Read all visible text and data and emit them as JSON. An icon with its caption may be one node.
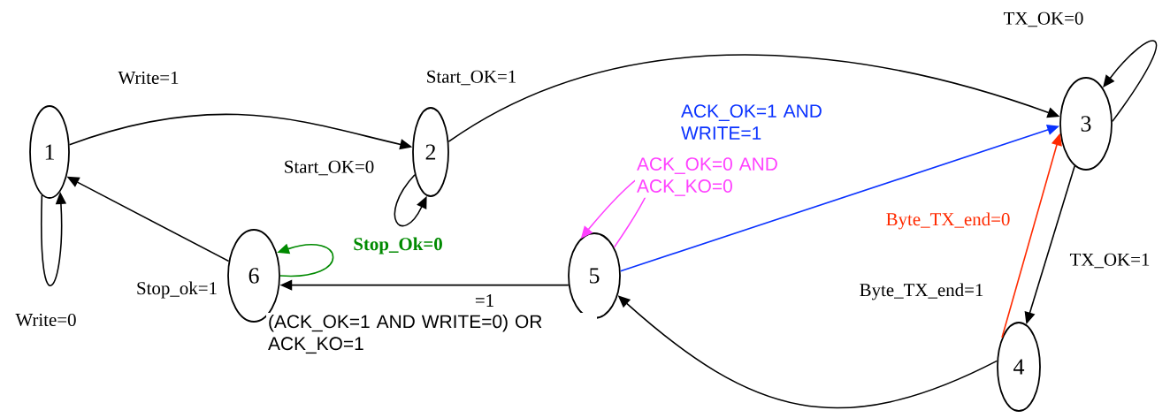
{
  "diagram": {
    "nodes": [
      {
        "text": [
          "1"
        ]
      },
      {
        "text": [
          "2"
        ]
      },
      {
        "text": [
          "3"
        ]
      },
      {
        "text": [
          "4"
        ]
      },
      {
        "text": [
          "5"
        ]
      },
      {
        "text": [
          "6"
        ]
      }
    ],
    "edges": [
      {
        "from": 0,
        "to": 1,
        "arrow": "to",
        "label": "Write=1"
      },
      {
        "from": 0,
        "to": 0,
        "arrow": "to",
        "label": "Write=0"
      },
      {
        "from": 1,
        "to": 1,
        "arrow": "to",
        "label": "Start_OK=0"
      },
      {
        "from": 1,
        "to": 2,
        "arrow": "to",
        "label": "Start_OK=1"
      },
      {
        "from": 2,
        "to": 2,
        "arrow": "to",
        "label": "TX_OK=0"
      },
      {
        "from": 2,
        "to": 3,
        "arrow": "to",
        "label": "TX_OK=1"
      },
      {
        "from": 3,
        "to": 2,
        "arrow": "to",
        "label": "Byte_TX_end=0",
        "color": "#ff2a00"
      },
      {
        "from": 3,
        "to": 4,
        "arrow": "to",
        "label": "Byte_TX_end=1"
      },
      {
        "from": 4,
        "to": 2,
        "arrow": "to",
        "label": "ACK_OK=1 AND WRITE=1",
        "color": "#0a32ff"
      },
      {
        "from": 4,
        "to": 4,
        "arrow": "to",
        "label": "ACK_OK=0 AND ACK_KO=0",
        "color": "#ff40ff"
      },
      {
        "from": 4,
        "to": 5,
        "arrow": "to",
        "label": "(ACK_OK=1 AND WRITE=0) OR ACK_KO=1"
      },
      {
        "from": 5,
        "to": 5,
        "arrow": "to",
        "label": "Stop_Ok=0",
        "color": "#008a00"
      },
      {
        "from": 5,
        "to": 0,
        "arrow": "to",
        "label": "Stop_ok=1"
      }
    ],
    "labels": [
      "=1"
    ]
  }
}
